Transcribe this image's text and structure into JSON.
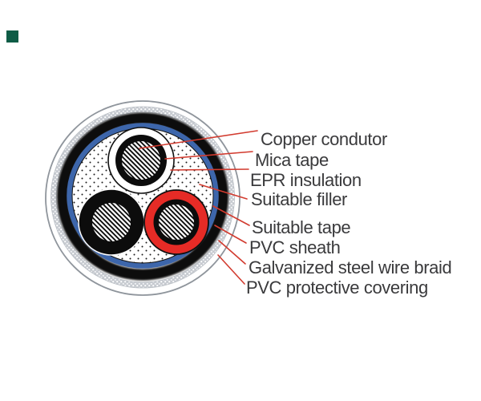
{
  "page": {
    "background": "#ffffff"
  },
  "marker": {
    "color": "#0e5c46",
    "css": "background:#0e5c46"
  },
  "diagram": {
    "type": "cable-cross-section",
    "labels": [
      {
        "text": "Copper condutor"
      },
      {
        "text": "Mica tape"
      },
      {
        "text": "EPR insulation"
      },
      {
        "text": "Suitable filler"
      },
      {
        "text": "Suitable tape"
      },
      {
        "text": "PVC sheath"
      },
      {
        "text": "Galvanized steel wire braid"
      },
      {
        "text": "PVC protective covering"
      }
    ],
    "colors": {
      "leader_line": "#d23b2f",
      "label_text": "#3a3a3c",
      "core_red": "#e62b26",
      "tape_blue": "#3d66ab",
      "sheath_black": "#0b0b0b",
      "braid_gray": "#c6cad0",
      "outer_outline_gray": "#8f959c",
      "filler_dot": "#1c1c1c"
    }
  }
}
